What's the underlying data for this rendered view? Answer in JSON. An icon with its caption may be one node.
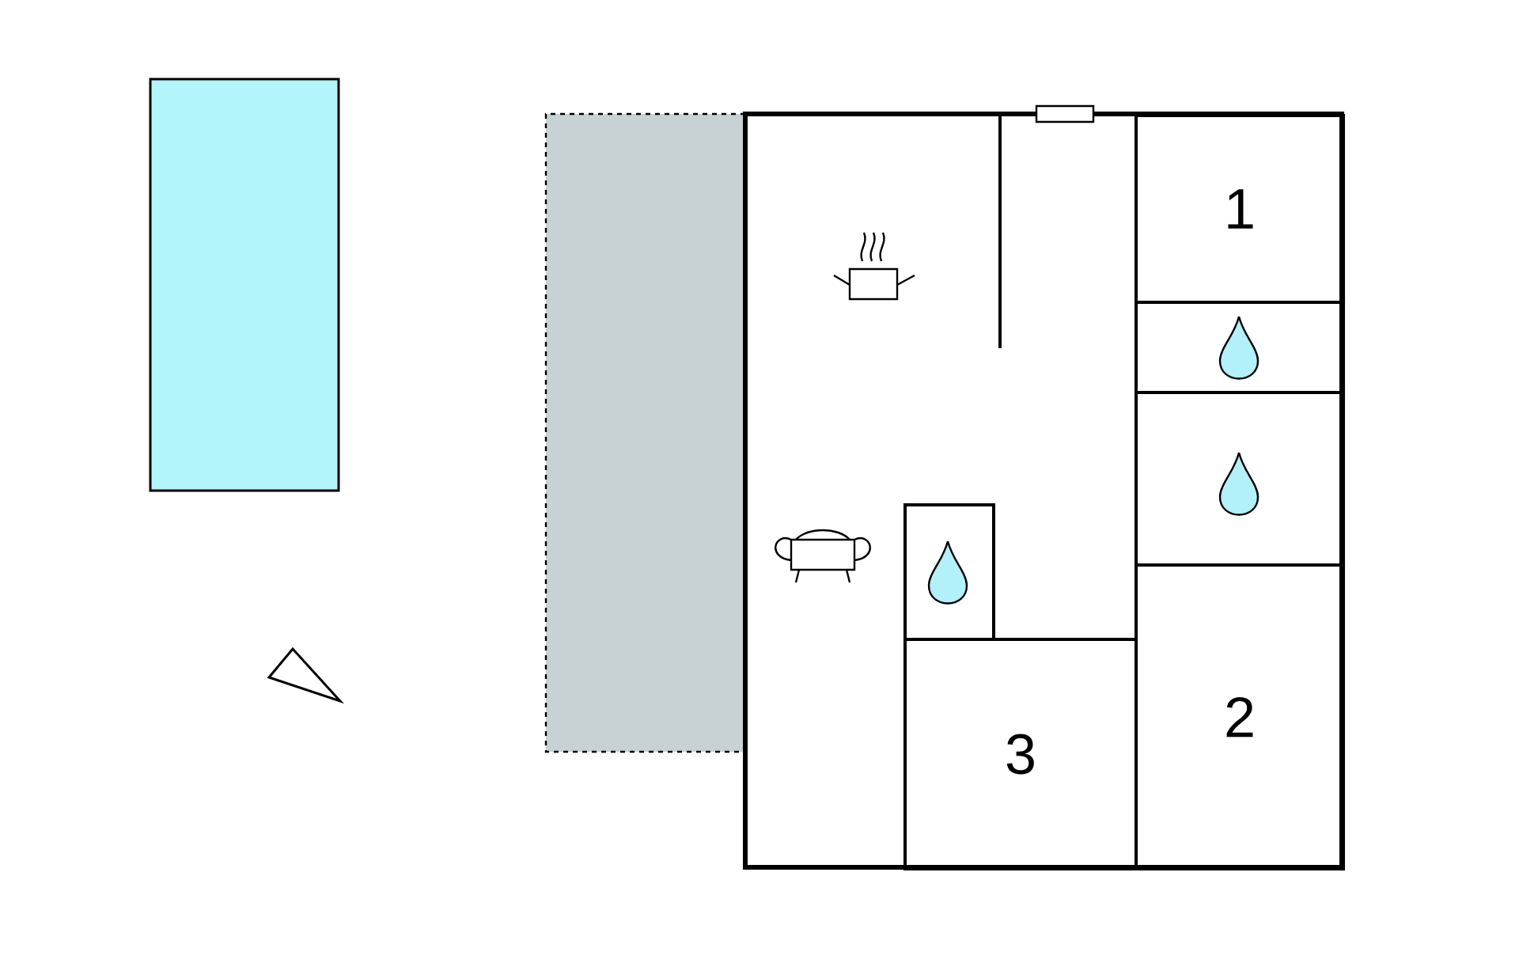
{
  "diagram": {
    "nodes": [
      {
        "text": [
          "1"
        ]
      },
      {
        "text": [],
        "shape": "box"
      },
      {
        "text": [],
        "shape": "box"
      },
      {
        "text": [],
        "shape": "box"
      },
      {
        "text": [
          "2"
        ]
      },
      {
        "text": [
          "3"
        ]
      }
    ]
  }
}
